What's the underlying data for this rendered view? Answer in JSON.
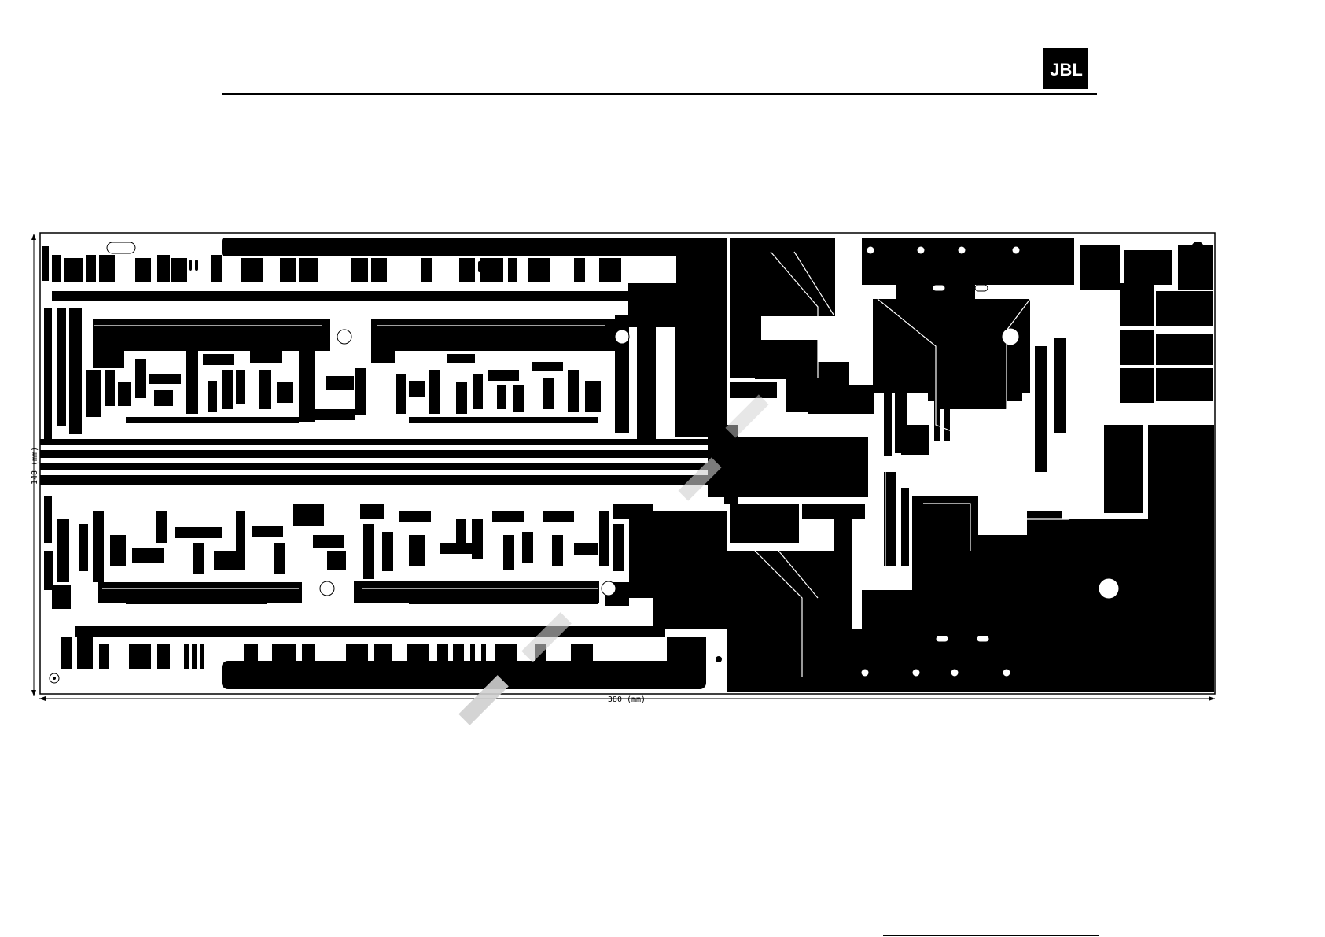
{
  "header": {
    "brand": "JBL"
  },
  "board": {
    "width_label": "380 (mm)",
    "height_label": "148 (mm)"
  },
  "colors": {
    "copper": "#000000",
    "substrate": "#ffffff",
    "watermark": "#c8c8c8"
  }
}
